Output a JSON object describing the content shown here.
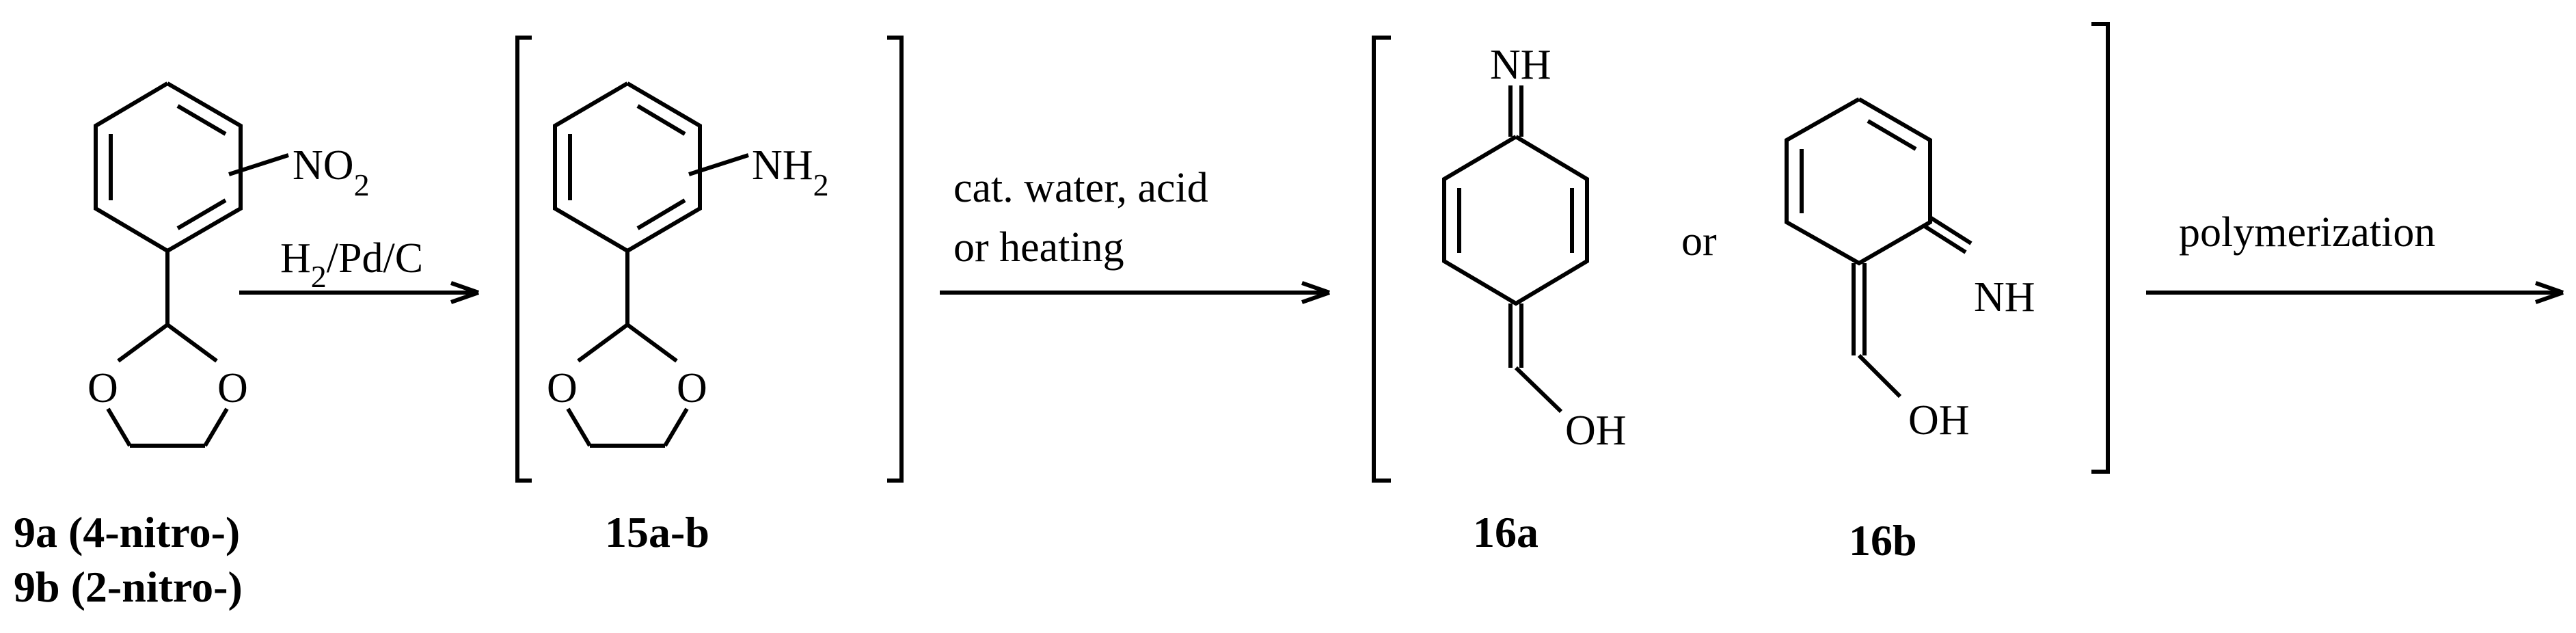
{
  "compounds": {
    "c9": {
      "substituent": "NO",
      "substituent_sub": "2",
      "acetal_o_left": "O",
      "acetal_o_right": "O",
      "label_line1": "9a (4-nitro-)",
      "label_line2": "9b (2-nitro-)"
    },
    "c15": {
      "substituent": "NH",
      "substituent_sub": "2",
      "acetal_o_left": "O",
      "acetal_o_right": "O",
      "label": "15a-b"
    },
    "c16a": {
      "imine": "NH",
      "hydroxyl": "OH",
      "label": "16a"
    },
    "c16b": {
      "imine": "NH",
      "hydroxyl": "OH",
      "label": "16b"
    },
    "or_text": "or"
  },
  "reagents": {
    "step1_h2": "H",
    "step1_h2_sub": "2",
    "step1_rest": "/Pd/C",
    "step2_line1": "cat. water, acid",
    "step2_line2": "or heating",
    "step3": "polymerization"
  }
}
